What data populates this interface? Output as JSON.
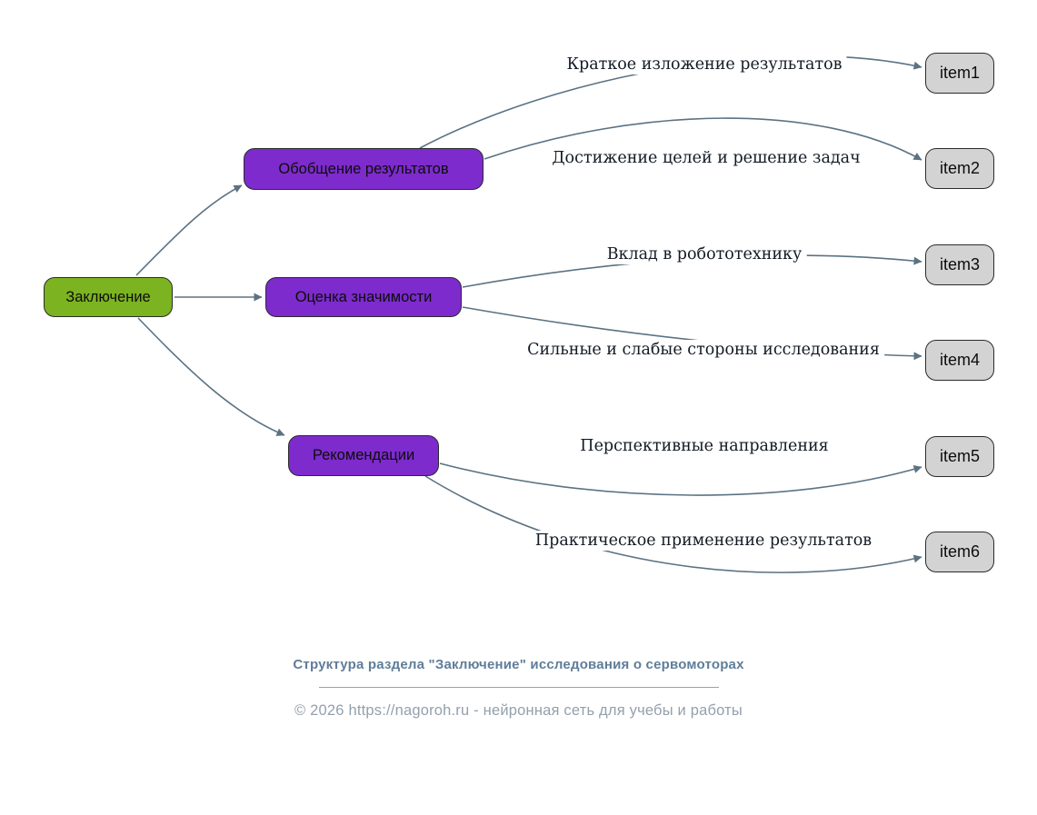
{
  "diagram": {
    "root": {
      "label": "Заключение"
    },
    "branches": [
      {
        "label": "Обобщение результатов"
      },
      {
        "label": "Оценка значимости"
      },
      {
        "label": "Рекомендации"
      }
    ],
    "items": [
      {
        "label": "item1",
        "edge_label": "Краткое изложение результатов",
        "from": "Обобщение результатов"
      },
      {
        "label": "item2",
        "edge_label": "Достижение целей и решение задач",
        "from": "Обобщение результатов"
      },
      {
        "label": "item3",
        "edge_label": "Вклад в робототехнику",
        "from": "Оценка значимости"
      },
      {
        "label": "item4",
        "edge_label": "Сильные и слабые стороны исследования",
        "from": "Оценка значимости"
      },
      {
        "label": "item5",
        "edge_label": "Перспективные направления",
        "from": "Рекомендации"
      },
      {
        "label": "item6",
        "edge_label": "Практическое применение результатов",
        "from": "Рекомендации"
      }
    ],
    "colors": {
      "root_fill": "#7cb320",
      "branch_fill": "#7d2bcc",
      "item_fill": "#d3d3d3",
      "node_border": "#2b2b2b",
      "edge": "#5b7282",
      "footer_title": "#5f7d99",
      "footer_copyright": "#94a0ad"
    }
  },
  "footer": {
    "title": "Структура раздела \"Заключение\" исследования о сервомоторах",
    "copyright": "© 2026 https://nagoroh.ru - нейронная сеть для учебы и работы"
  }
}
